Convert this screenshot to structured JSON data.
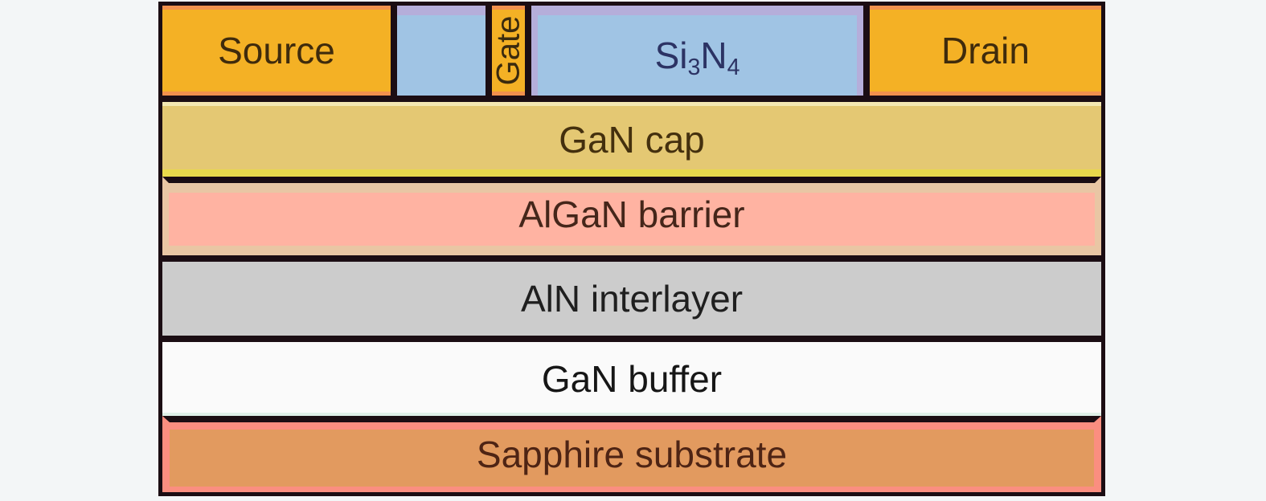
{
  "figure": {
    "electrodes": {
      "source_label": "Source",
      "gate_label": "Gate",
      "drain_label": "Drain",
      "passivation": {
        "pre": "Si",
        "sub_1": "3",
        "mid": "N",
        "sub_2": "4"
      }
    },
    "layers": [
      {
        "label": "GaN cap"
      },
      {
        "label": "AlGaN barrier"
      },
      {
        "label": "AlN interlayer"
      },
      {
        "label": "GaN buffer"
      },
      {
        "label": "Sapphire substrate"
      }
    ],
    "colors": {
      "electrode-orange": "#f4b125",
      "electrode-stroke": "#f2914d",
      "nitride-blue": "#a0c4e4",
      "lavender": "#b5aeda",
      "gan-cap-tan": "#e4c873",
      "gan-cap-yellow": "#e9d94b",
      "algan-pink": "#ffb3a2",
      "algan-tan": "#e9c6a4",
      "aln-gray": "#cccccc",
      "buffer-white": "#fafafa",
      "sapphire-orange": "#e29a5f",
      "sapphire-pink": "#fb8e80",
      "border-dark": "#1b0d13",
      "page-bg": "#f3f6f7"
    }
  }
}
